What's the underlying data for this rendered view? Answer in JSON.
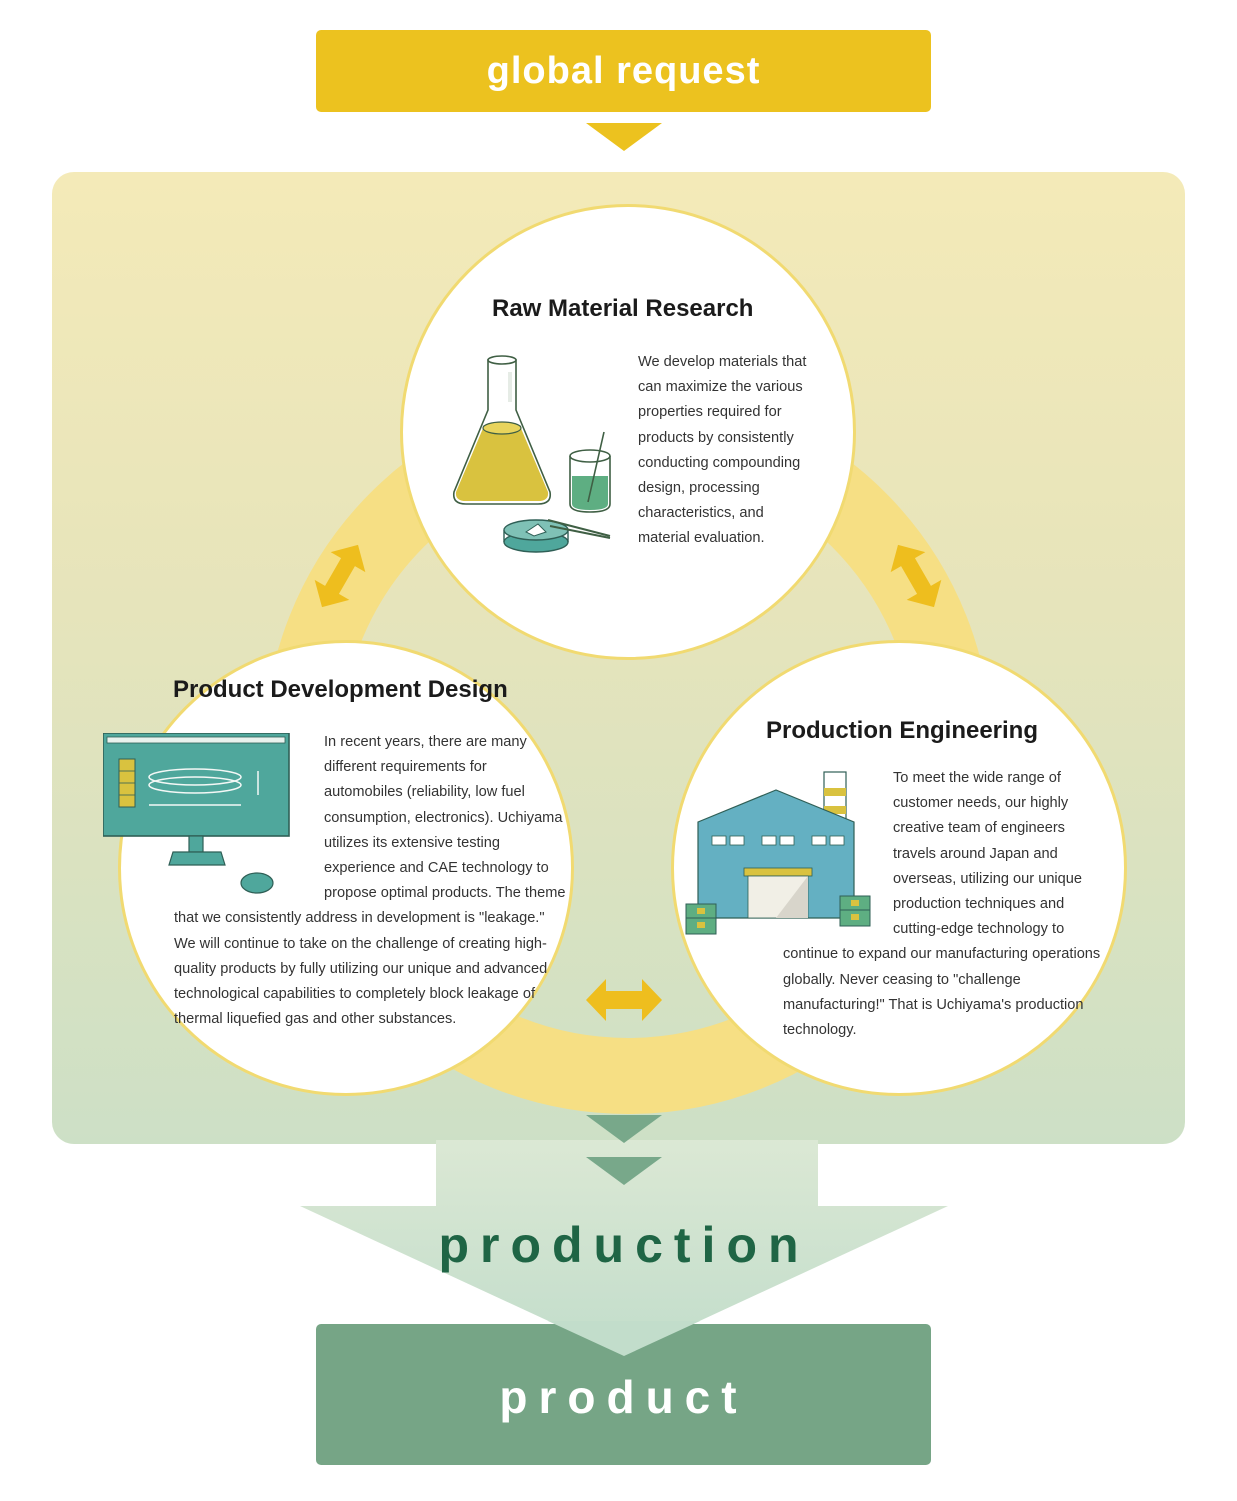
{
  "top_label": "global request",
  "bottom_label": "production",
  "result_label": "product",
  "colors": {
    "yellow": "#ecc21f",
    "cycle_ring": "#f6df84",
    "green_dark": "#1f6545",
    "green_box": "#76a586",
    "green_arrow": "#78a88a",
    "teal": "#4fa79c"
  },
  "nodes": {
    "raw_material": {
      "title": "Raw Material Research",
      "text": "We develop materials that can maximize the various properties required for products by consistently conducting compounding design, processing characteristics, and material evaluation.",
      "icon": "flask-beaker-petri-dish-icon"
    },
    "product_development": {
      "title": "Product Development Design",
      "text": "In recent years, there are many different requirements for automobiles (reliability, low fuel consumption, electronics). Uchiyama utilizes its extensive testing experience and CAE technology to propose optimal products. The theme that we consistently address in development is \"leakage.\" We will continue to take on the challenge of creating high-quality products by fully utilizing our unique and advanced technological capabilities to completely block leakage of thermal liquefied gas and other substances.",
      "icon": "computer-monitor-mouse-icon"
    },
    "production_engineering": {
      "title": "Production Engineering",
      "text": "To meet the wide range of customer needs, our highly creative team of engineers travels around Japan and overseas, utilizing our unique production techniques and cutting-edge technology to continue to expand our manufacturing operations globally. Never ceasing to \"challenge manufacturing!\" That is Uchiyama's production technology.",
      "icon": "factory-icon"
    }
  }
}
